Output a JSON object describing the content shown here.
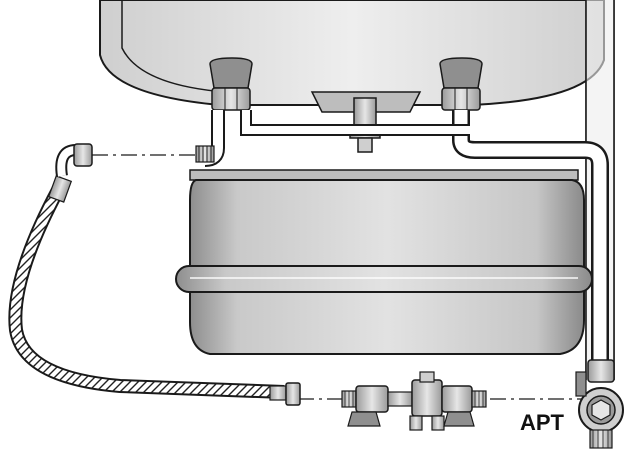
{
  "diagram": {
    "callouts": [
      {
        "id": "apt",
        "label": "APT"
      }
    ],
    "colors": {
      "line": "#1a1a1a",
      "tank_body": "#d2d2d2",
      "tank_shade": "#9a9a9a",
      "boiler_body": "#e4e4e4",
      "pipe_fill": "#ffffff",
      "fitting": "#c8c8c8",
      "valve_handle": "#8f8f8f"
    },
    "components": [
      "boiler-housing",
      "expansion-vessel",
      "braided-hose",
      "valve-assembly",
      "apt-valve",
      "connection-pipes"
    ]
  }
}
